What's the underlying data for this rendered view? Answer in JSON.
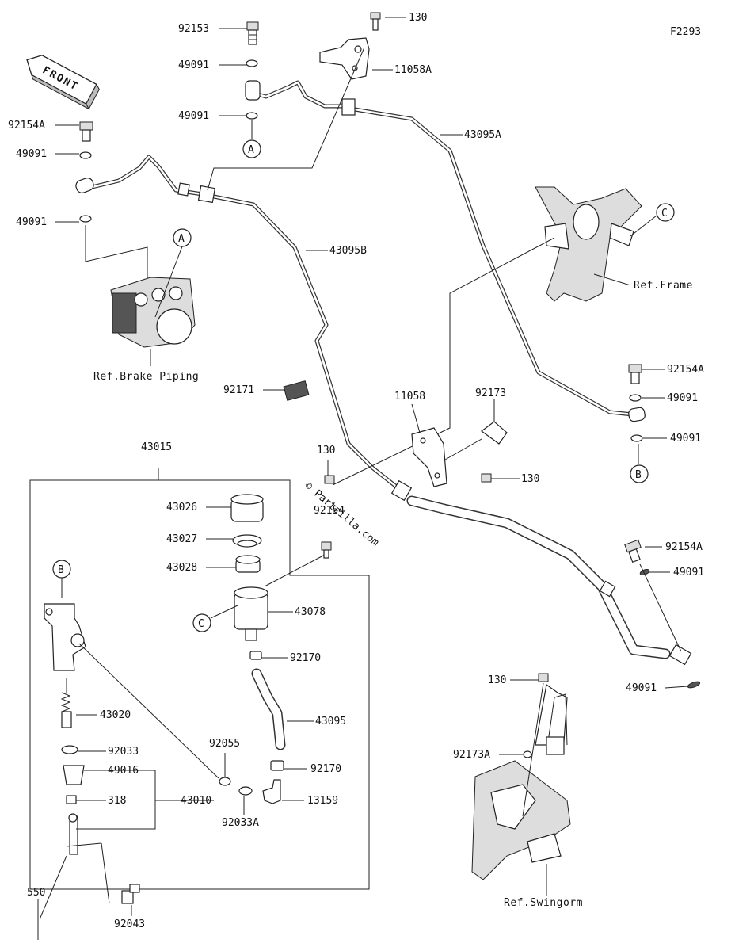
{
  "diagram_code": "F2293",
  "front_label": "FRONT",
  "watermark": "© Partzilla.com",
  "callouts": {
    "A": "A",
    "B": "B",
    "C": "C"
  },
  "refs": {
    "brake_piping": "Ref.Brake Piping",
    "frame": "Ref.Frame",
    "swingarm": "Ref.Swingorm"
  },
  "parts": {
    "p92153": "92153",
    "p130_top": "130",
    "p49091_a": "49091",
    "p11058A": "11058A",
    "p49091_b": "49091",
    "p43095A": "43095A",
    "p92154A_a": "92154A",
    "p49091_c": "49091",
    "p49091_d": "49091",
    "p43095B": "43095B",
    "p92171": "92171",
    "p92154A_b": "92154A",
    "p49091_e": "49091",
    "p49091_f": "49091",
    "p11058": "11058",
    "p92173": "92173",
    "p43015": "43015",
    "p130_mid": "130",
    "p92154_mid": "92154",
    "p130_right": "130",
    "p43026": "43026",
    "p43027": "43027",
    "p43028": "43028",
    "p92154A_c": "92154A",
    "p49091_g": "49091",
    "p43078": "43078",
    "p92170_a": "92170",
    "p49091_h": "49091",
    "p43020": "43020",
    "p43095": "43095",
    "p130_low": "130",
    "p92055": "92055",
    "p92033": "92033",
    "p92170_b": "92170",
    "p92173A": "92173A",
    "p49016": "49016",
    "p318": "318",
    "p43010": "43010",
    "p13159": "13159",
    "p92033A": "92033A",
    "p550": "550",
    "p92043": "92043"
  }
}
